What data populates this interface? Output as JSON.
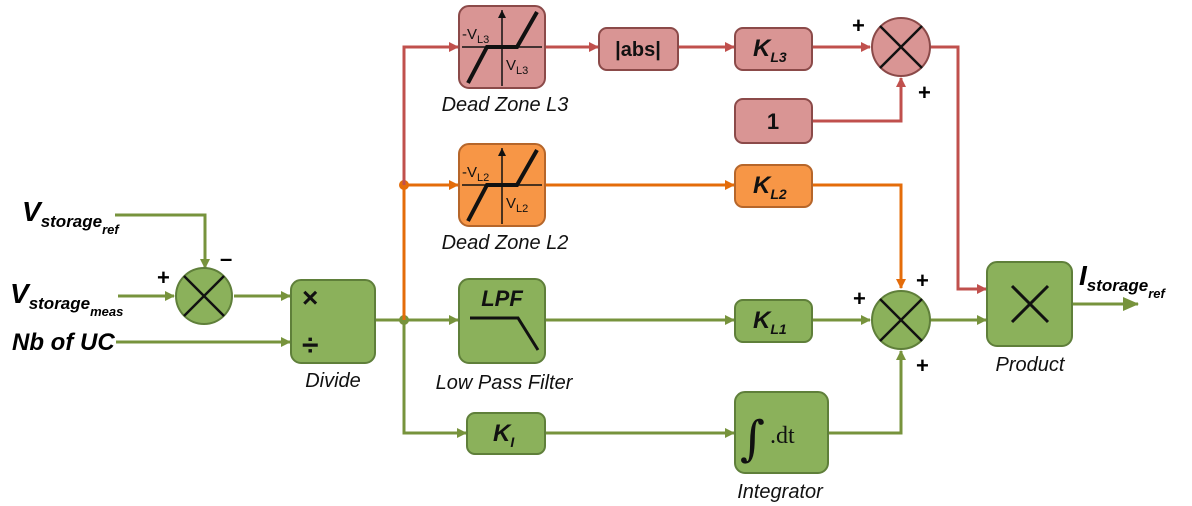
{
  "colors": {
    "green_fill": "#8bb15b",
    "green_stroke": "#5f7f3a",
    "green_line": "#77933c",
    "orange_fill": "#f79646",
    "orange_stroke": "#b6662a",
    "orange_line": "#e46c0a",
    "red_fill": "#d99594",
    "red_stroke": "#8b4a49",
    "red_line": "#c0504d"
  },
  "inputs": {
    "vref": {
      "main": "V",
      "sub": "storage",
      "subsub": "ref"
    },
    "vmeas": {
      "main": "V",
      "sub": "storage",
      "subsub": "meas"
    },
    "nb": "Nb of UC"
  },
  "output": {
    "main": "I",
    "sub": "storage",
    "subsub": "ref"
  },
  "signs": {
    "plus": "+",
    "minus": "–"
  },
  "blocks": {
    "divide": {
      "caption": "Divide",
      "top": "×",
      "bottom": "÷"
    },
    "lpf": {
      "caption": "Low Pass Filter",
      "label": "LPF"
    },
    "deadzone_l3": {
      "caption": "Dead Zone L3",
      "neg": "-V",
      "neg_sub": "L3",
      "pos": "V",
      "pos_sub": "L3"
    },
    "deadzone_l2": {
      "caption": "Dead Zone L2",
      "neg": "-V",
      "neg_sub": "L2",
      "pos": "V",
      "pos_sub": "L2"
    },
    "abs": {
      "label": "|abs|"
    },
    "kl3": {
      "main": "K",
      "sub": "L3"
    },
    "kl2": {
      "main": "K",
      "sub": "L2"
    },
    "kl1": {
      "main": "K",
      "sub": "L1"
    },
    "ki": {
      "main": "K",
      "sub": "I"
    },
    "one": {
      "label": "1"
    },
    "integrator": {
      "caption": "Integrator",
      "symbol": "∫",
      "text": ".dt"
    },
    "product": {
      "caption": "Product",
      "symbol": "×"
    }
  }
}
